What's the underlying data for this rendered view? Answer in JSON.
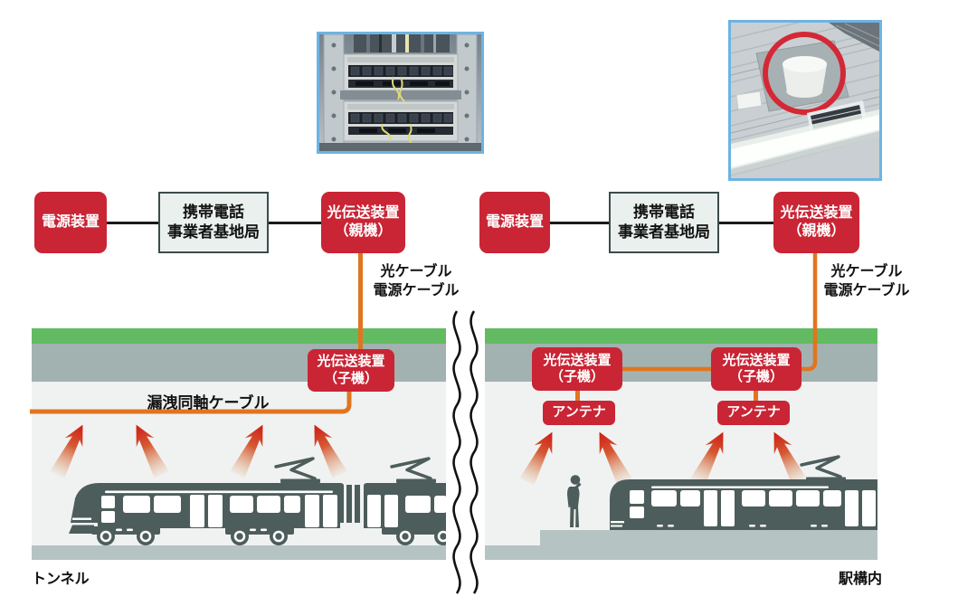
{
  "colors": {
    "box_red": "#c92535",
    "cable_orange": "#e0751f",
    "green_stripe": "#62bb62",
    "gray_stripe": "#a2b2b1",
    "interior": "#f0f2f1",
    "ground": "#b5c4c2",
    "train_silhouette": "#4d5d5b",
    "gray_box_fill": "#eaf0ee",
    "gray_box_border": "#3d4b4b",
    "photo_border": "#6cb4e4",
    "connector_black": "#1a1a1a",
    "wave_red": "#ce1a12"
  },
  "left_system": {
    "power_supply": "電源装置",
    "base_station": [
      "携帯電話",
      "事業者基地局"
    ],
    "optical_parent": [
      "光伝送装置",
      "（親機）"
    ],
    "cable_label": [
      "光ケーブル",
      "電源ケーブル"
    ]
  },
  "right_system": {
    "power_supply": "電源装置",
    "base_station": [
      "携帯電話",
      "事業者基地局"
    ],
    "optical_parent": [
      "光伝送装置",
      "（親機）"
    ],
    "cable_label": [
      "光ケーブル",
      "電源ケーブル"
    ]
  },
  "tunnel": {
    "optical_child": [
      "光伝送装置",
      "（子機）"
    ],
    "leaky_coax_label": "漏洩同軸ケーブル",
    "area_label": "トンネル"
  },
  "station": {
    "optical_child_1": [
      "光伝送装置",
      "（子機）"
    ],
    "antenna_1": "アンテナ",
    "optical_child_2": [
      "光伝送装置",
      "（子機）"
    ],
    "antenna_2": "アンテナ",
    "area_label": "駅構内"
  },
  "photos": {
    "left_photo_name": "optical-transmission-rack-photo",
    "right_photo_name": "ceiling-antenna-photo"
  }
}
